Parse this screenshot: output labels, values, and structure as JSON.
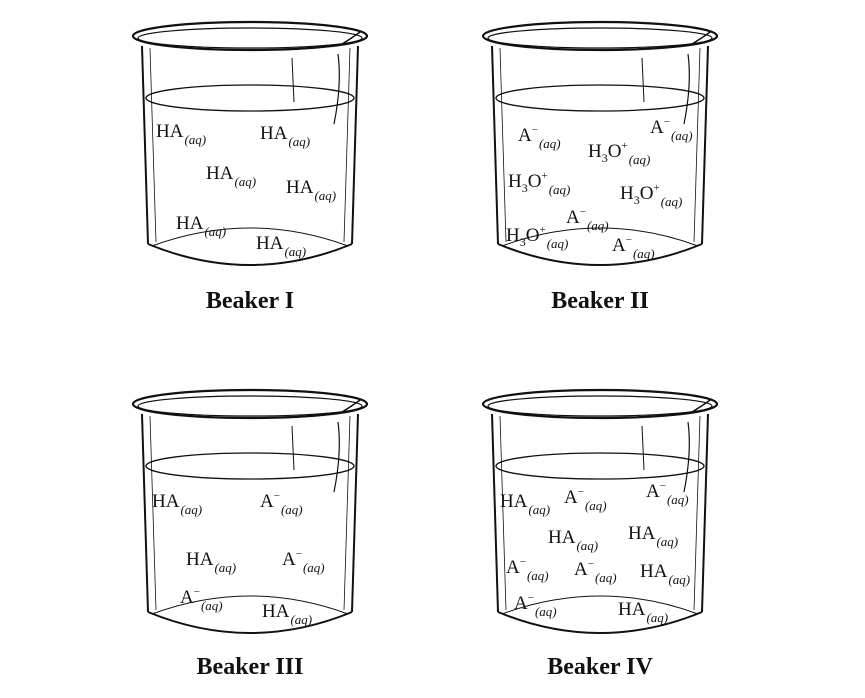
{
  "beakers": [
    {
      "caption": "Beaker I",
      "species": [
        {
          "formula": "HA",
          "state": "(aq)"
        },
        {
          "formula": "HA",
          "state": "(aq)"
        },
        {
          "formula": "HA",
          "state": "(aq)"
        },
        {
          "formula": "HA",
          "state": "(aq)"
        },
        {
          "formula": "HA",
          "state": "(aq)"
        },
        {
          "formula": "HA",
          "state": "(aq)"
        }
      ]
    },
    {
      "caption": "Beaker II",
      "species": [
        {
          "formula": "A",
          "charge": "−",
          "state": "(aq)"
        },
        {
          "formula": "H",
          "subscript": "3",
          "formula2": "O",
          "charge": "+",
          "state": "(aq)"
        },
        {
          "formula": "A",
          "charge": "−",
          "state": "(aq)"
        },
        {
          "formula": "H",
          "subscript": "3",
          "formula2": "O",
          "charge": "+",
          "state": "(aq)"
        },
        {
          "formula": "H",
          "subscript": "3",
          "formula2": "O",
          "charge": "+",
          "state": "(aq)"
        },
        {
          "formula": "A",
          "charge": "−",
          "state": "(aq)"
        },
        {
          "formula": "H",
          "subscript": "3",
          "formula2": "O",
          "charge": "+",
          "state": "(aq)"
        },
        {
          "formula": "A",
          "charge": "−",
          "state": "(aq)"
        }
      ]
    },
    {
      "caption": "Beaker III",
      "species": [
        {
          "formula": "HA",
          "state": "(aq)"
        },
        {
          "formula": "A",
          "charge": "−",
          "state": "(aq)"
        },
        {
          "formula": "HA",
          "state": "(aq)"
        },
        {
          "formula": "A",
          "charge": "−",
          "state": "(aq)"
        },
        {
          "formula": "A",
          "charge": "−",
          "state": "(aq)"
        },
        {
          "formula": "HA",
          "state": "(aq)"
        }
      ]
    },
    {
      "caption": "Beaker IV",
      "species": [
        {
          "formula": "HA",
          "state": "(aq)"
        },
        {
          "formula": "A",
          "charge": "−",
          "state": "(aq)"
        },
        {
          "formula": "A",
          "charge": "−",
          "state": "(aq)"
        },
        {
          "formula": "HA",
          "state": "(aq)"
        },
        {
          "formula": "HA",
          "state": "(aq)"
        },
        {
          "formula": "A",
          "charge": "−",
          "state": "(aq)"
        },
        {
          "formula": "A",
          "charge": "−",
          "state": "(aq)"
        },
        {
          "formula": "HA",
          "state": "(aq)"
        },
        {
          "formula": "A",
          "charge": "−",
          "state": "(aq)"
        },
        {
          "formula": "HA",
          "state": "(aq)"
        }
      ]
    }
  ]
}
